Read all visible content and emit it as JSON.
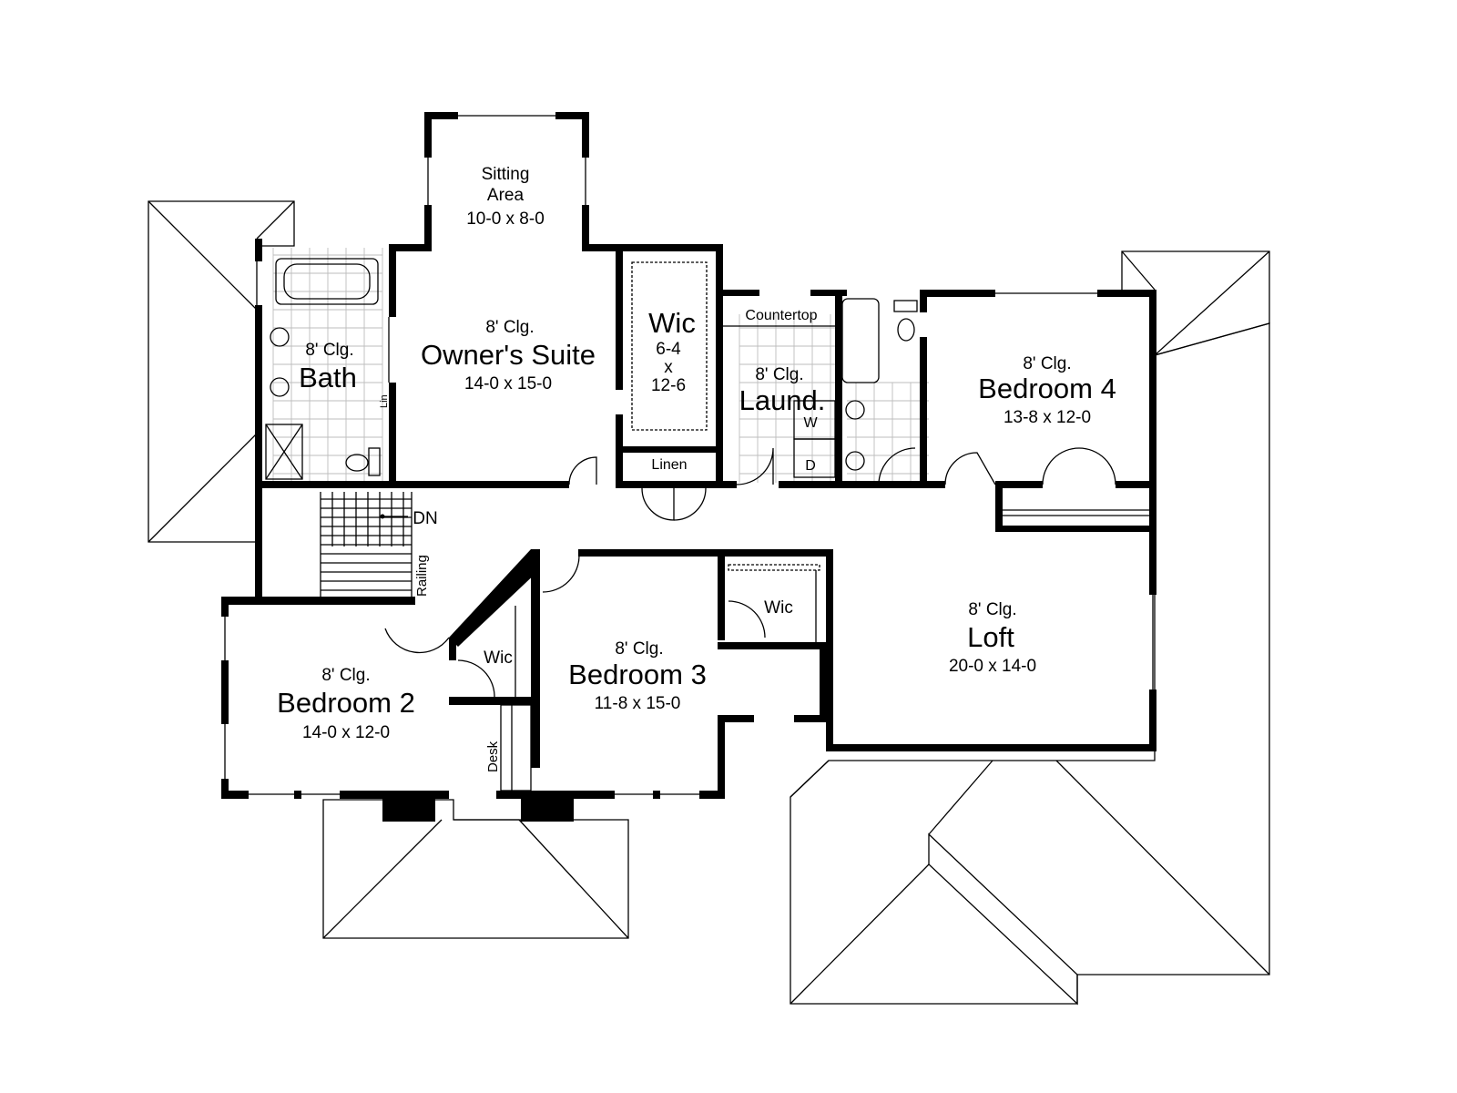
{
  "rooms": {
    "sitting_area": {
      "line1": "Sitting",
      "line2": "Area",
      "size": "10-0 x 8-0"
    },
    "owners_suite": {
      "ceiling": "8' Clg.",
      "name": "Owner's Suite",
      "size": "14-0 x 15-0"
    },
    "bath": {
      "ceiling": "8' Clg.",
      "name": "Bath"
    },
    "wic_owner": {
      "name": "Wic",
      "size_w": "6-4",
      "x": "x",
      "size_d": "12-6"
    },
    "linen": {
      "name": "Linen"
    },
    "countertop": {
      "name": "Countertop"
    },
    "laundry": {
      "ceiling": "8' Clg.",
      "name": "Laund.",
      "washer": "W",
      "dryer": "D"
    },
    "bedroom4": {
      "ceiling": "8' Clg.",
      "name": "Bedroom 4",
      "size": "13-8 x 12-0"
    },
    "stairs": {
      "dn": "DN",
      "railing": "Railing"
    },
    "bedroom2": {
      "ceiling": "8' Clg.",
      "name": "Bedroom 2",
      "size": "14-0 x 12-0"
    },
    "wic_bed2": {
      "name": "Wic"
    },
    "desk": {
      "name": "Desk"
    },
    "bedroom3": {
      "ceiling": "8' Clg.",
      "name": "Bedroom 3",
      "size": "11-8 x 15-0"
    },
    "wic_bed3": {
      "name": "Wic"
    },
    "loft": {
      "ceiling": "8' Clg.",
      "name": "Loft",
      "size": "20-0 x 14-0"
    },
    "lin_small": {
      "name": "Lin"
    }
  }
}
